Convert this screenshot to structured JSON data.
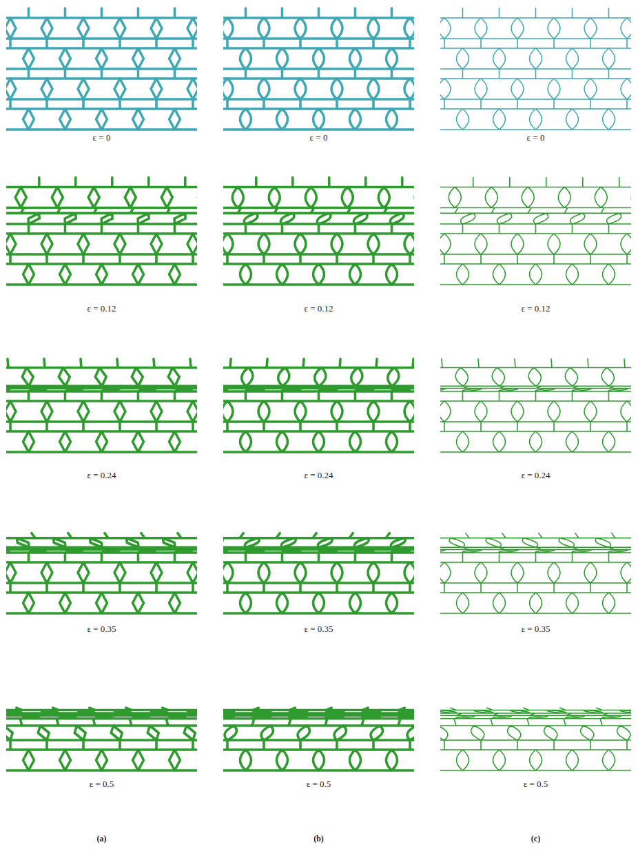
{
  "diagram": {
    "labels": [
      "ε = 0",
      "ε = 0",
      "ε = 0",
      "ε = 0.12",
      "ε = 0.12",
      "ε = 0.12",
      "ε = 0.24",
      "ε = 0.24",
      "ε = 0.24",
      "ε = 0.35",
      "ε = 0.35",
      "ε = 0.35",
      "ε = 0.5",
      "ε = 0.5",
      "ε = 0.5",
      "(a)",
      "(b)",
      "(c)"
    ]
  }
}
